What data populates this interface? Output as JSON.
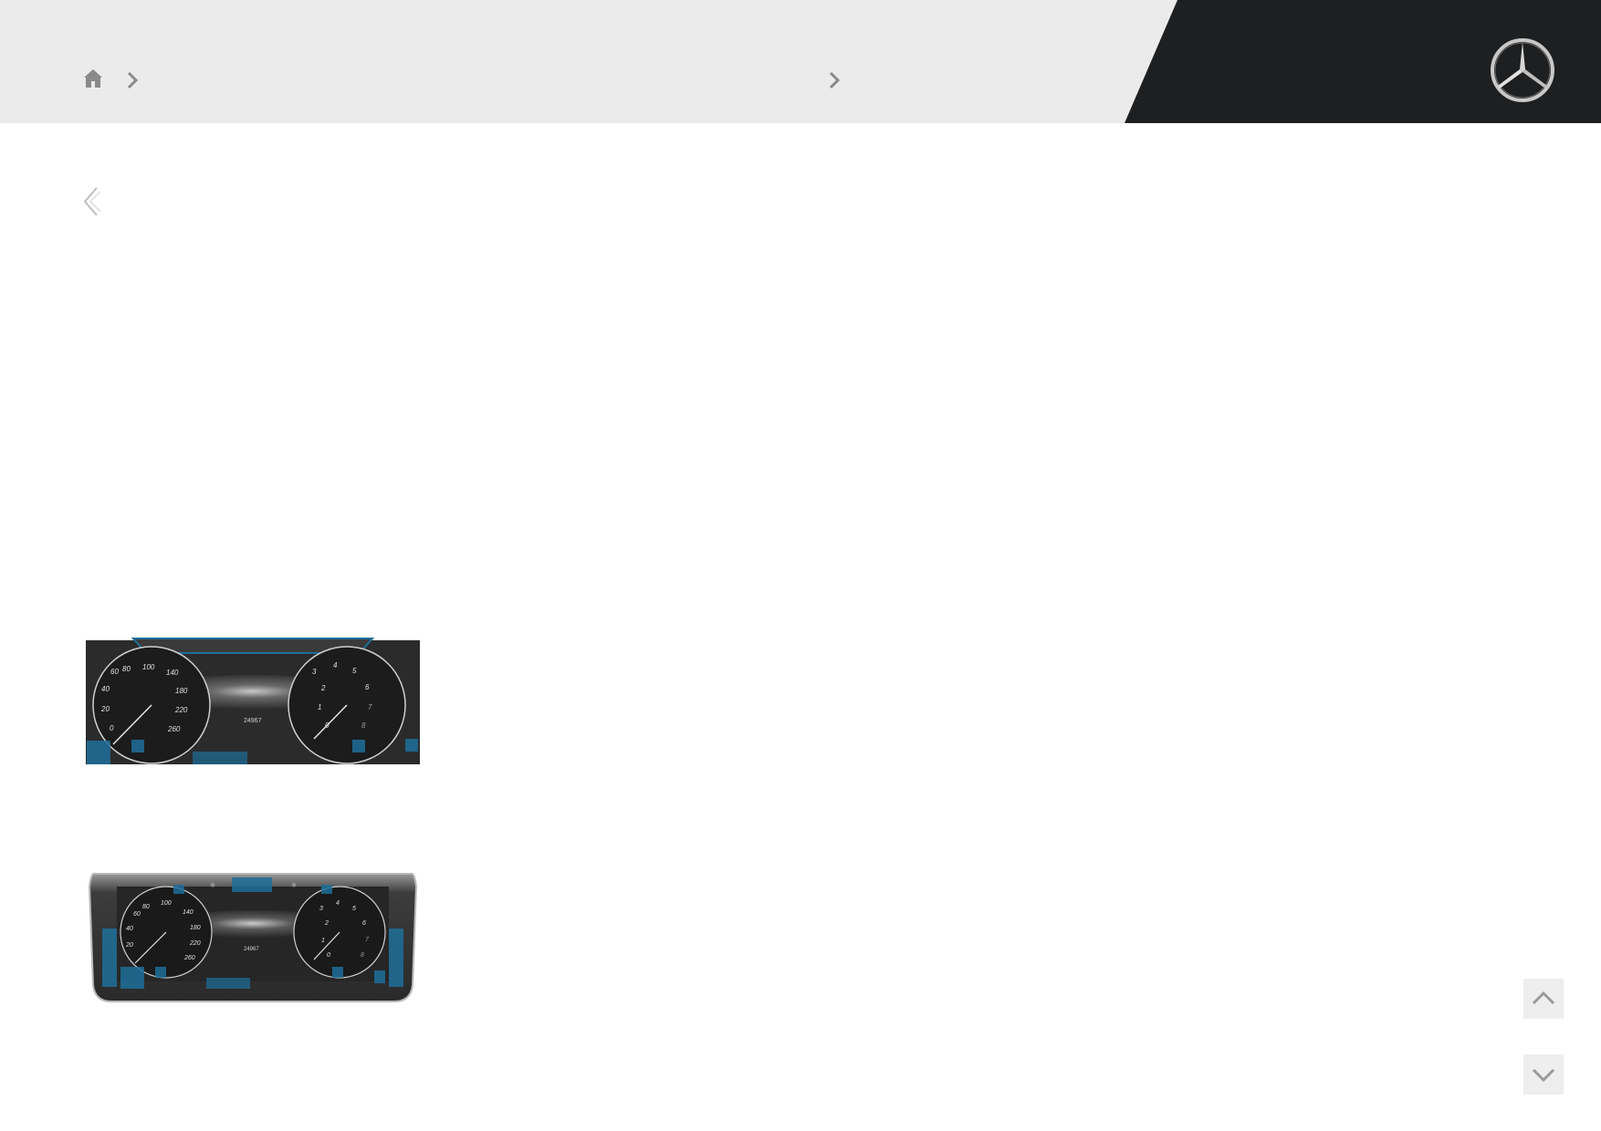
{
  "header": {
    "breadcrumb": {
      "home_icon": "home-icon",
      "separator_icon": "chevron-right-icon"
    },
    "brand_icon": "three-pointed-star-logo"
  },
  "navigation": {
    "back_icon": "chevron-left-icon",
    "scroll_up_icon": "chevron-up-icon",
    "scroll_down_icon": "chevron-down-icon"
  },
  "figures": [
    {
      "name": "instrument-cluster-widescreen",
      "speedometer_ticks": [
        "0",
        "20",
        "40",
        "60",
        "80",
        "100",
        "140",
        "180",
        "220",
        "260"
      ],
      "tachometer_ticks": [
        "0",
        "1",
        "2",
        "3",
        "4",
        "5",
        "6",
        "7",
        "8"
      ],
      "center_readout": "24967"
    },
    {
      "name": "instrument-cluster-framed",
      "speedometer_ticks": [
        "20",
        "40",
        "60",
        "80",
        "100",
        "140",
        "180",
        "220",
        "260"
      ],
      "tachometer_ticks": [
        "0",
        "1",
        "2",
        "3",
        "4",
        "5",
        "6",
        "7",
        "8"
      ],
      "center_readout": "24967"
    }
  ],
  "colors": {
    "header_bg": "#ebebeb",
    "header_dark": "#1e1f21",
    "icon_gray": "#8a8a8a",
    "highlight_blue": "#1e6f9a",
    "cluster_bg": "#2b2b2b"
  }
}
